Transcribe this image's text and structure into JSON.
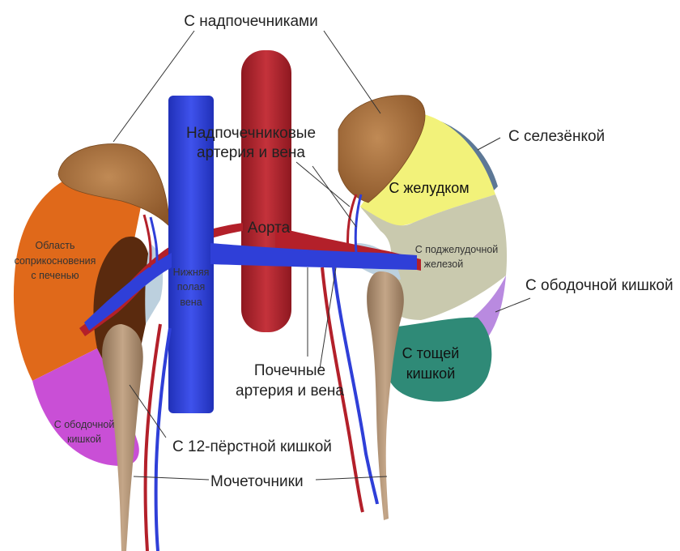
{
  "labels": {
    "adrenals": "С надпочечниками",
    "spleen": "С селезёнкой",
    "adrenal_vessels_1": "Надпочечниковые",
    "adrenal_vessels_2": "артерия и вена",
    "stomach": "С желудком",
    "aorta": "Аорта",
    "liver_1": "Область",
    "liver_2": "соприкосновения",
    "liver_3": "с печенью",
    "ivc_1": "Нижняя",
    "ivc_2": "полая",
    "ivc_3": "вена",
    "pancreas_1": "С поджелудочной",
    "pancreas_2": "железой",
    "colon_right": "С ободочной кишкой",
    "jejunum_1": "С тощей",
    "jejunum_2": "кишкой",
    "renal_vessels_1": "Почечные",
    "renal_vessels_2": "артерия и вена",
    "colon_left_1": "С ободочной",
    "colon_left_2": "кишкой",
    "duodenum": "С 12-пёрстной кишкой",
    "ureters": "Мочеточники"
  },
  "colors": {
    "liver_zone": "#e0691a",
    "colon_zone": "#c94fd6",
    "duodenum_zone": "#5a2a0e",
    "stomach_zone": "#f2f27a",
    "pancreas_zone": "#c9c9ae",
    "colon_zone_right": "#b98ae0",
    "jejunum_zone": "#2f8a77",
    "spleen_zone": "#5d7896",
    "adrenal": "#a86d3a",
    "aorta": "#b3202a",
    "vena_cava": "#2f3fd8",
    "ureter": "#a98a6e",
    "kidney_shading": "#bcd0de"
  }
}
